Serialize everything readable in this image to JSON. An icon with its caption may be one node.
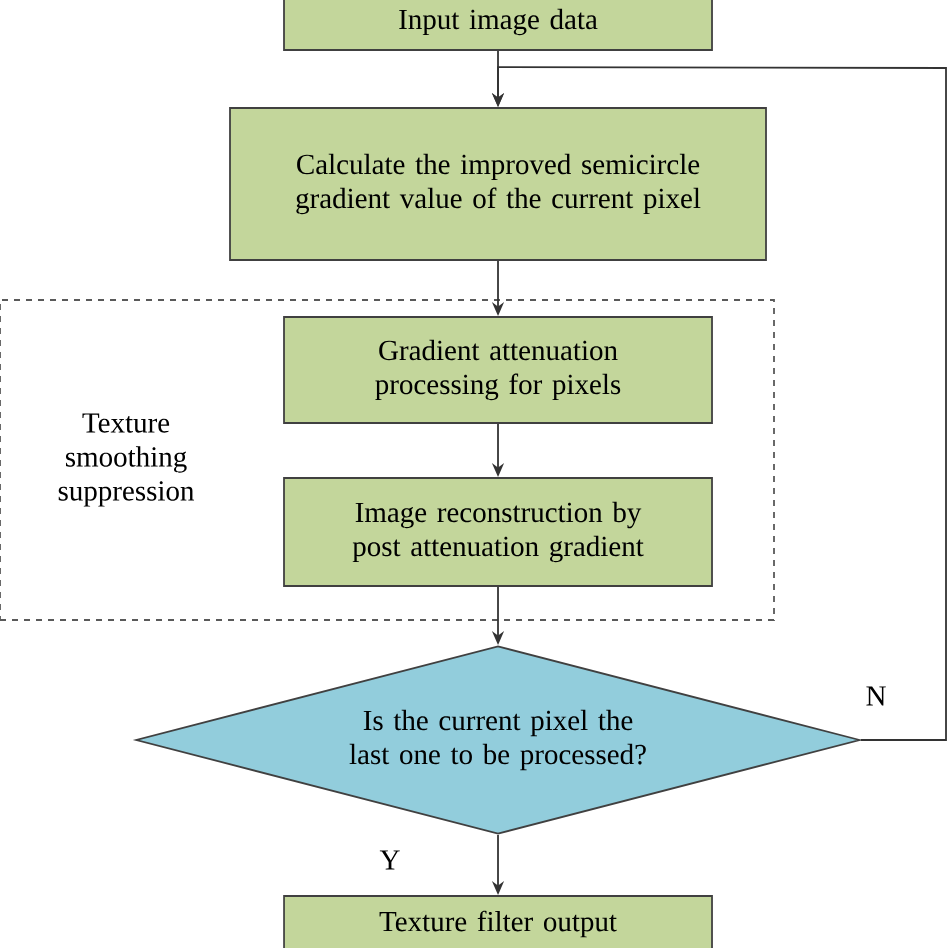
{
  "diagram": {
    "nodes": [
      {
        "text": [
          "Input image data"
        ]
      },
      {
        "text": [
          "Calculate the improved semicircle gradient value of the current pixel"
        ]
      },
      {
        "text": [
          "Texture smoothing suppression"
        ]
      },
      {
        "text": [
          "Gradient attenuation processing for pixels"
        ],
        "in": 2
      },
      {
        "text": [
          "Image reconstruction by post attenuation gradient"
        ],
        "in": 2
      },
      {
        "text": [
          "Is the current pixel the last one to be processed?"
        ]
      },
      {
        "text": [
          "Texture filter output"
        ]
      }
    ],
    "edges": [
      {
        "from": 0,
        "to": 1,
        "arrow": "to"
      },
      {
        "from": 1,
        "to": 3,
        "arrow": "to"
      },
      {
        "from": 3,
        "to": 4,
        "arrow": "to"
      },
      {
        "from": 4,
        "to": 5,
        "arrow": "to"
      },
      {
        "from": 5,
        "to": 6,
        "arrow": "to",
        "label": "Y"
      },
      {
        "from": 5,
        "to": 1,
        "arrow": "to",
        "label": "N"
      }
    ]
  }
}
